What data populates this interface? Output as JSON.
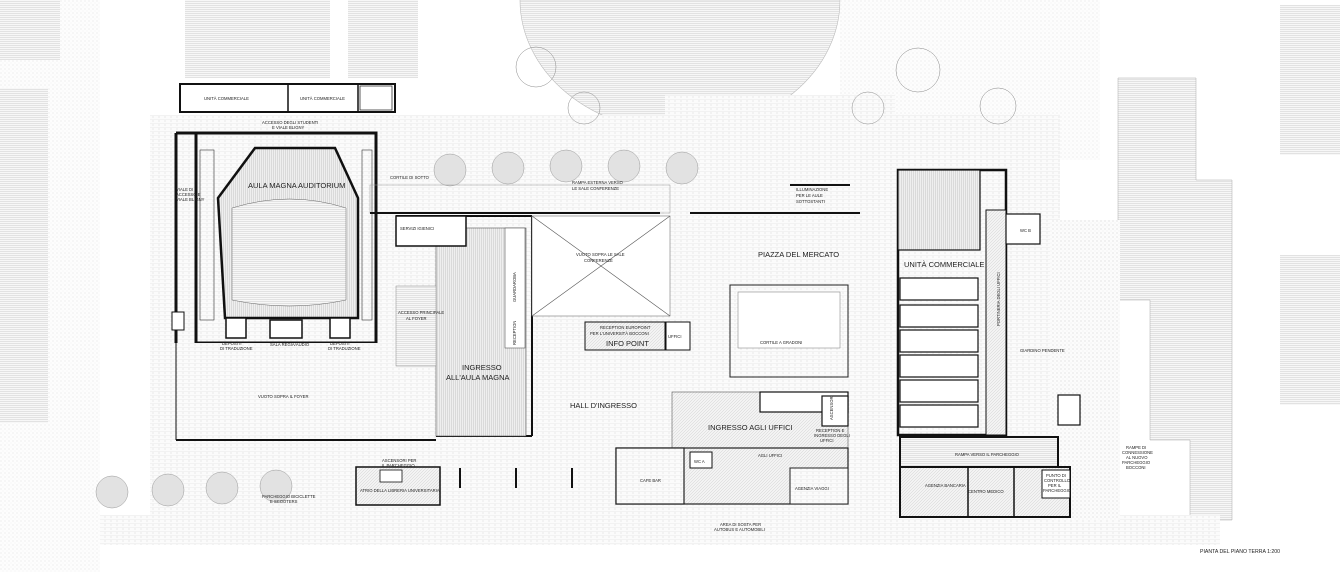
{
  "labels": {
    "aula_magna": "AULA MAGNA AUDITORIUM",
    "unita_comm_1": "UNITÀ COMMERCIALE",
    "unita_comm_2": "UNITÀ COMMERCIALE",
    "accesso_studenti_1": "ACCESSO DEGLI STUDENTI",
    "accesso_studenti_2": "E VIALE BLIGNY",
    "cortile_sotto": "CORTILE DI SOTTO",
    "rampa_esterna_1": "RAMPA ESTERNA VERSO",
    "rampa_esterna_2": "LE SALE CONFERENZE",
    "illuminazione_1": "ILLUMINAZIONE",
    "illuminazione_2": "PER LE AULE",
    "illuminazione_3": "SOTTOSTANTI",
    "servizi": "SERVIZI IGIENICI",
    "vuoto_sale_1": "VUOTO SOPRA LE SALE",
    "vuoto_sale_2": "CONFERENZE",
    "piazza_mercato": "PIAZZA DEL MERCATO",
    "unita_commerciale_big": "UNITÀ COMMERCIALE",
    "wc_1": "WC B",
    "wc_2": "WC A",
    "guardaroba": "GUARDAROBA",
    "reception_v": "RECEPTION",
    "reception_euro_1": "RECEPTION EUROPOINT",
    "reception_euro_2": "PER L'UNIVERSITÀ BOCCONI",
    "info_point": "INFO POINT",
    "uffici_small": "UFFICI",
    "accesso_foyer_1": "ACCESSO PRINCIPALE",
    "accesso_foyer_2": "AL FOYER",
    "depositi_1": "DEPOSITI",
    "depositi_2": "DI TRADUZIONE",
    "sala_regia": "SALA REGIA/AUDIO",
    "depositi_3": "DEPOSITI",
    "depositi_4": "DI TRADUZIONE",
    "ingresso_aula_1": "INGRESSO",
    "ingresso_aula_2": "ALL'AULA MAGNA",
    "cortile_gradoni": "CORTILE A GRADONI",
    "giardino_pendente": "GIARDINO PENDENTE",
    "hall_ingresso": "HALL D'INGRESSO",
    "vuoto_foyer": "VUOTO SOPRA IL FOYER",
    "ascensori": "ASCENSORI",
    "ingresso_uffici": "INGRESSO AGLI UFFICI",
    "reception_uffici_1": "RECEPTION E",
    "reception_uffici_2": "INGRESSO DEGLI",
    "reception_uffici_3": "UFFICI",
    "vert_label": "PORTINERIA DEGLI UFFICI",
    "agli_uffici": "AGLI UFFICI",
    "wc_3": "WC A",
    "cafe_bar": "CAFE BAR",
    "agenzia_viaggi": "AGENZIA VIAGGI",
    "rampa_parcheggio": "RAMPA VERSO IL PARCHEGGIO",
    "agenzia_bancaria": "AGENZIA BANCARIA",
    "centro_medico": "CENTRO MEDICO",
    "punto_controllo_1": "PUNTO DI",
    "punto_controllo_2": "CONTROLLO",
    "punto_controllo_3": "PER IL",
    "punto_controllo_4": "PARCHEGGIO",
    "ascensori_parch_1": "ASCENSORI PER",
    "ascensori_parch_2": "IL PARCHEGGIO",
    "atrio_libreria": "ATRIO DELLA LIBRERIA UNIVERSITARIA",
    "parcheggio_bici_1": "PARCHEGGIO BICICLETTE",
    "parcheggio_bici_2": "E SCOOTERS",
    "area_sosta_1": "AREA DI SOSTA PER",
    "area_sosta_2": "AUTOBUS E AUTOMOBILI",
    "rampe_1": "RAMPE DI",
    "rampe_2": "CONNESSIONE",
    "rampe_3": "AL NUOVO",
    "rampe_4": "PARCHEGGIO",
    "rampe_5": "BOCCONI",
    "viale_bligny_1": "VIALE DI",
    "viale_bligny_2": "ACCESSO E",
    "viale_bligny_3": "VIALE BLIGNY",
    "scale_title": "PIANTA DEL PIANO TERRA 1:200"
  },
  "icons": {
    "tree": "tree-icon",
    "auditorium_seating": "seating-icon"
  }
}
